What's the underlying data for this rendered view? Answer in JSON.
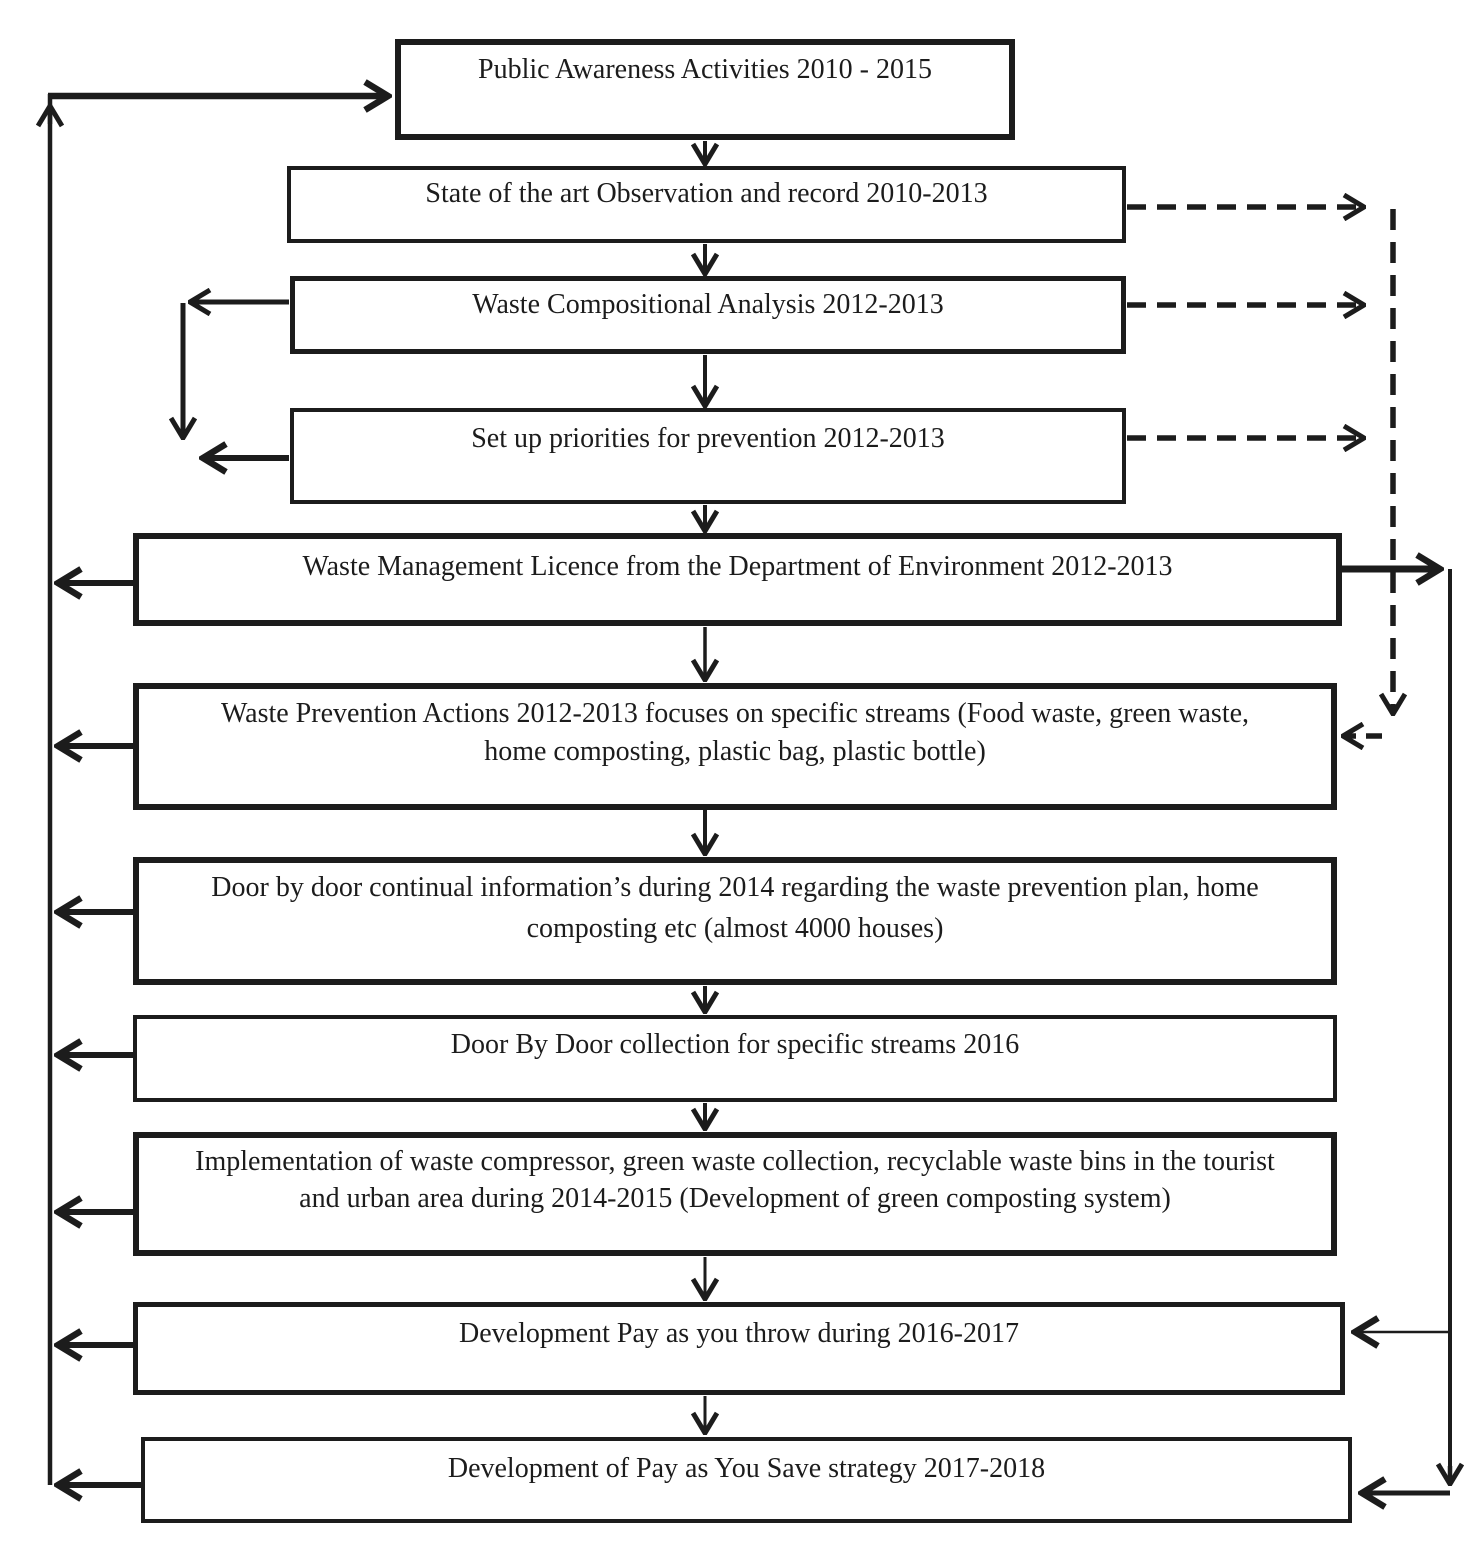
{
  "colors": {
    "ink": "#1c1c1c",
    "paper": "#ffffff"
  },
  "flowchart": {
    "boxes": [
      {
        "name": "public-awareness",
        "lines": [
          "Public Awareness Activities 2010 - 2015"
        ]
      },
      {
        "name": "state-of-the-art-observation",
        "lines": [
          "State of the art Observation and record 2010-2013"
        ]
      },
      {
        "name": "waste-compositional-analysis",
        "lines": [
          "Waste Compositional Analysis 2012-2013"
        ]
      },
      {
        "name": "set-up-priorities",
        "lines": [
          "Set up priorities for prevention 2012-2013"
        ]
      },
      {
        "name": "waste-management-licence",
        "lines": [
          "Waste Management Licence from the Department of Environment 2012-2013"
        ]
      },
      {
        "name": "waste-prevention-actions",
        "lines": [
          "Waste Prevention Actions 2012-2013 focuses on specific streams (Food waste, green waste,",
          "home composting, plastic bag, plastic bottle)"
        ]
      },
      {
        "name": "door-by-door-information",
        "lines": [
          "Door by door continual information’s during 2014 regarding the waste prevention plan, home",
          "composting etc (almost 4000 houses)"
        ]
      },
      {
        "name": "door-by-door-collection",
        "lines": [
          "Door By Door collection for specific streams 2016"
        ]
      },
      {
        "name": "implementation-compressor",
        "lines": [
          "Implementation of waste compressor, green waste collection, recyclable waste bins in the tourist",
          "and urban area during 2014-2015 (Development of green composting system)"
        ]
      },
      {
        "name": "pay-as-you-throw",
        "lines": [
          "Development Pay as you throw during 2016-2017"
        ]
      },
      {
        "name": "pay-as-you-save",
        "lines": [
          "Development of Pay as You Save strategy 2017-2018"
        ]
      }
    ]
  }
}
